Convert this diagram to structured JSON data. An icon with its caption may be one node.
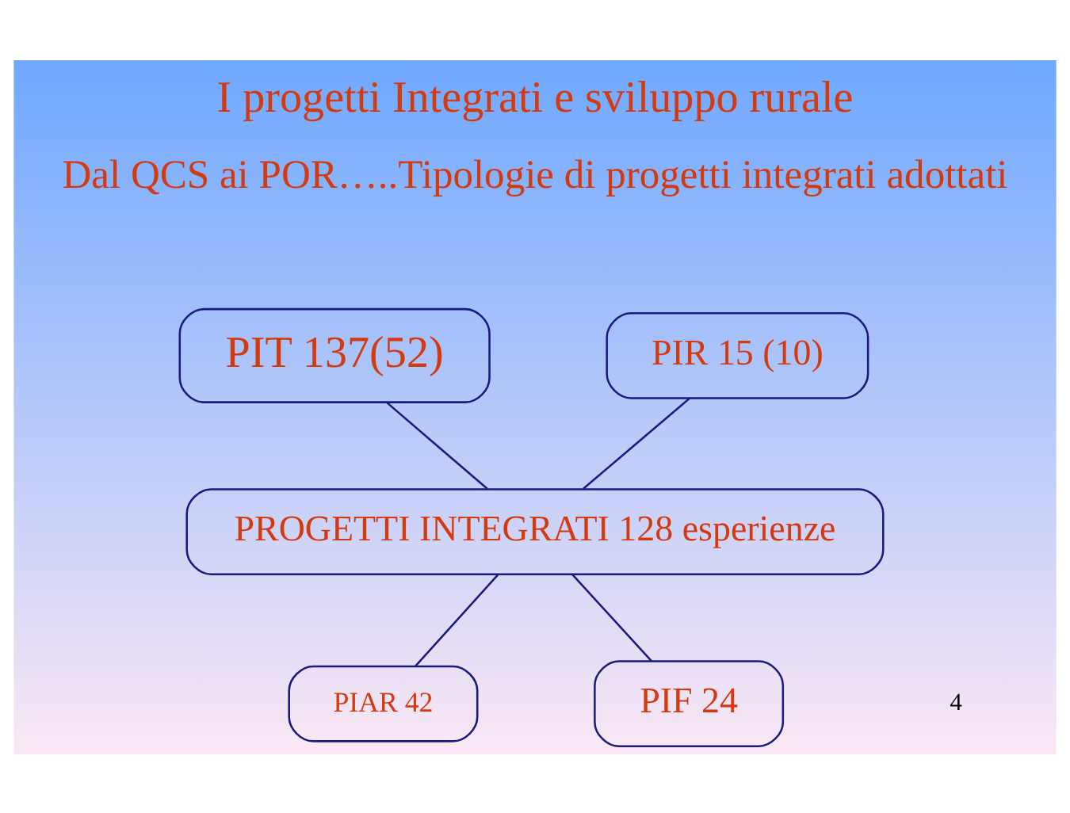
{
  "diagram": {
    "title": "I progetti Integrati e sviluppo rurale",
    "nodes": [
      {
        "text": [
          "PIT 137(52)"
        ]
      },
      {
        "text": [
          "PIR 15 (10)"
        ]
      },
      {
        "text": [
          "PROGETTI INTEGRATI 128 esperienze"
        ]
      },
      {
        "text": [
          "PIAR 42"
        ]
      },
      {
        "text": [
          "PIF 24"
        ]
      }
    ],
    "edges": [
      {
        "from": 0,
        "to": 2,
        "arrow": "none"
      },
      {
        "from": 1,
        "to": 2,
        "arrow": "none"
      },
      {
        "from": 3,
        "to": 2,
        "arrow": "none"
      },
      {
        "from": 4,
        "to": 2,
        "arrow": "none"
      }
    ],
    "labels": [
      "Dal QCS ai POR…..Tipologie di progetti integrati adottati",
      "4"
    ]
  }
}
